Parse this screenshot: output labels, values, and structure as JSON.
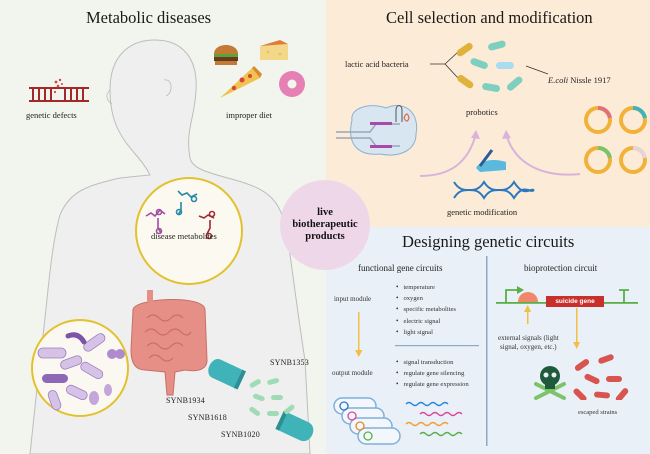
{
  "panels": {
    "metabolic": {
      "title": "Metabolic diseases",
      "genetic_defects": "genetic defects",
      "improper_diet": "improper diet",
      "disease_metabolites": "disease metabolites",
      "strains": [
        "SYNB1353",
        "SYNB1934",
        "SYNB1618",
        "SYNB1020"
      ]
    },
    "center": {
      "label": "live\nbiotherapeutic\nproducts"
    },
    "cell_selection": {
      "title": "Cell selection and modification",
      "lactic_acid_bacteria": "lactic acid bacteria",
      "ecoli_italic": "E.coli",
      "ecoli_rest": " Nissle 1917",
      "probiotics": "probotics",
      "genetic_modification": "genetic modification"
    },
    "circuits": {
      "title": "Designing genetic circuits",
      "functional": {
        "title": "functional gene circuits",
        "input_module": "input module",
        "output_module": "output module",
        "inputs": [
          "temperature",
          "oxygen",
          "specific metabolites",
          "electric signal",
          "light signal"
        ],
        "outputs": [
          "signal transduction",
          "regulate gene  silencing",
          "regulate gene expression"
        ]
      },
      "bioprotection": {
        "title": "bioprotection circuit",
        "suicide_gene": "suicide gene",
        "external_signals_line1": "external signals (light",
        "external_signals_line2": "signal, oxygen, etc.)",
        "escaped_strains": "escaped strains"
      }
    }
  },
  "colors": {
    "left_bg": "#f2f5ee",
    "topright_bg": "#fcebd6",
    "botright_bg": "#e9f0f8",
    "lbp_circle": "#efd7ea",
    "yellow_ring": "#e2c12e",
    "suicide_gene": "#c9302c",
    "circuit_green": "#5aaf48",
    "capsule": "#3fb3b8",
    "intestine": "#e58f86"
  }
}
